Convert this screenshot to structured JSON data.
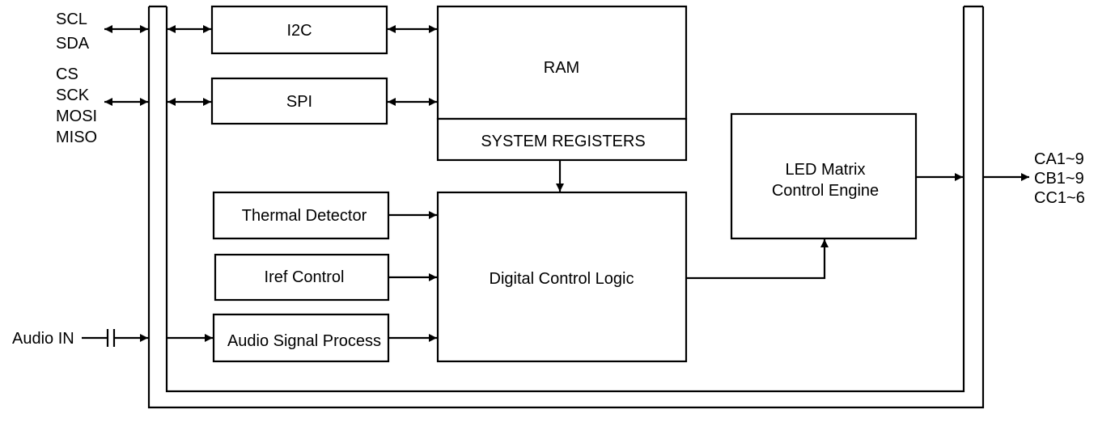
{
  "pins_left": {
    "i2c": [
      "SCL",
      "SDA"
    ],
    "spi": [
      "CS",
      "SCK",
      "MOSI",
      "MISO"
    ],
    "audio": "Audio IN"
  },
  "pins_right": [
    "CA1~9",
    "CB1~9",
    "CC1~6"
  ],
  "blocks": {
    "i2c": "I2C",
    "spi": "SPI",
    "ram": "RAM",
    "system_registers": "SYSTEM REGISTERS",
    "thermal_detector": "Thermal Detector",
    "iref_control": "Iref Control",
    "audio_signal_process": "Audio Signal Process",
    "digital_control_logic": "Digital Control Logic",
    "led_engine": [
      "LED Matrix",
      "Control Engine"
    ]
  },
  "colors": {
    "line": "#000000",
    "fill": "#ffffff"
  }
}
